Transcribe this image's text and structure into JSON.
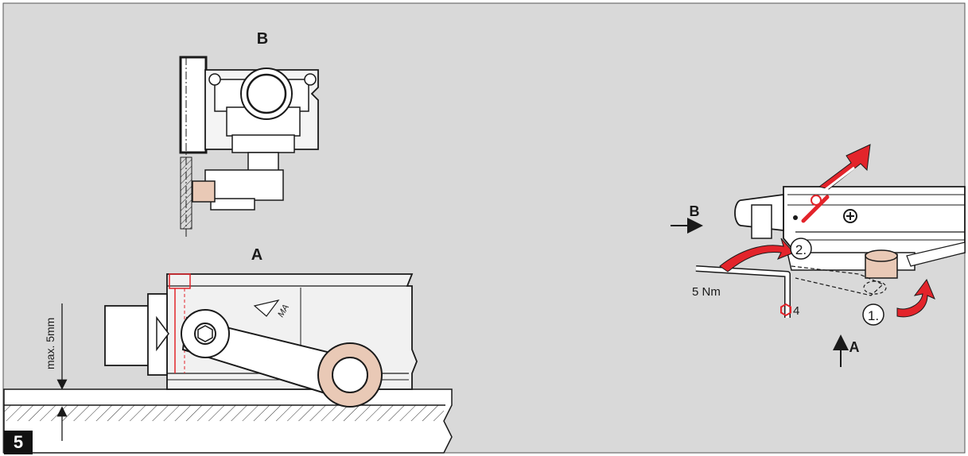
{
  "figure": {
    "number": "5",
    "background_color": "#d9d9d9",
    "accent_color": "#e3242b",
    "roller_color": "#e9c9b6"
  },
  "views": {
    "view_b_label": "B",
    "view_a_label": "A"
  },
  "dimension": {
    "clearance_label": "max. 5mm"
  },
  "detail": {
    "direction_b_label": "B",
    "direction_a_label": "A",
    "torque_label": "5 Nm",
    "hex_key_label": "4",
    "step_1_label": "1.",
    "step_2_label": "2.",
    "logo_text": "MA"
  }
}
